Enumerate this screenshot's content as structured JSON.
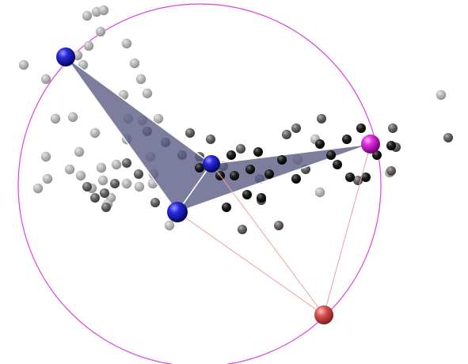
{
  "scene": {
    "background": "#ffffff",
    "colors": {
      "circle": "#e040e0",
      "triangle_fill": "#5c5c86",
      "triangle_fill_opacity": 0.8,
      "triangle_edge": "#ffffff",
      "triangle_outline": "#3a3a6e",
      "connector_line": "#f0a0a0",
      "primary_sphere": "#1010c0",
      "target_sphere": "#d020d0",
      "anchor_sphere": "#d04848",
      "dark_dot": "#202020",
      "medium_dot": "#6a6a6a",
      "light_dot": "#b8b8b8"
    },
    "spheres": [
      {
        "role": "primary",
        "index": 1
      },
      {
        "role": "primary",
        "index": 2
      },
      {
        "role": "primary",
        "index": 3
      },
      {
        "role": "target",
        "index": 1
      },
      {
        "role": "anchor",
        "index": 1
      }
    ],
    "point_cloud_tones": [
      "light",
      "medium",
      "dark"
    ]
  }
}
